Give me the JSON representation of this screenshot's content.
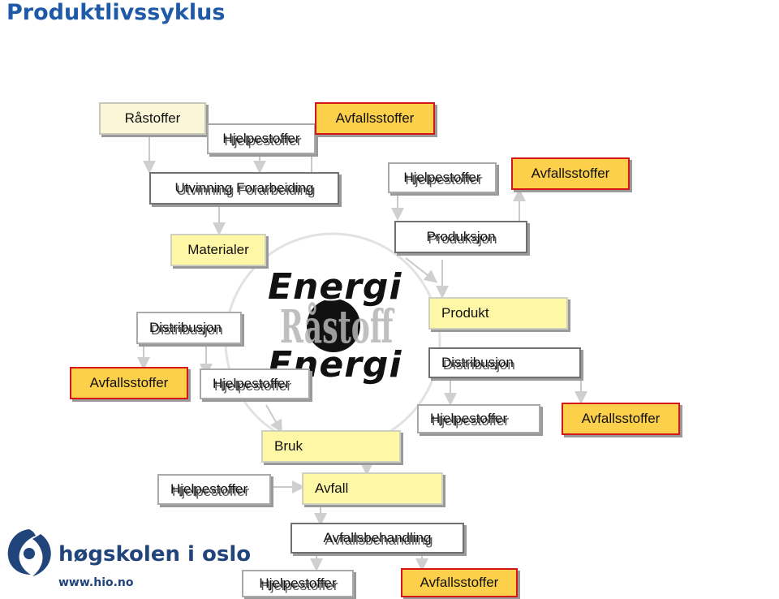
{
  "title": "Produktlivssyklus",
  "center": {
    "energi_top": "Energi",
    "ravare": "Råstoff",
    "energi_bottom": "Energi"
  },
  "boxes": {
    "rastoffer": "Råstoffer",
    "hjelp1": "Hjelpestoffer",
    "avfall1": "Avfallsstoffer",
    "utvinning": "Utvinning Forarbeiding",
    "hjelp2": "Hjelpestoffer",
    "avfall2": "Avfallsstoffer",
    "materialer": "Materialer",
    "produksjon": "Produksjon",
    "distribusjon_left": "Distribusjon",
    "produkt": "Produkt",
    "avfall_left": "Avfallsstoffer",
    "hjelp_left": "Hjelpestoffer",
    "distribusjon_right": "Distribusjon",
    "hjelp_right": "Hjelpestoffer",
    "avfall_right": "Avfallsstoffer",
    "bruk": "Bruk",
    "hjelp_bruk": "Hjelpestoffer",
    "avfall": "Avfall",
    "avfallsbehandling": "Avfallsbehandling",
    "hjelp_bottom": "Hjelpestoffer",
    "avfall_bottom": "Avfallsstoffer"
  },
  "logo": {
    "name": "høgskolen i oslo",
    "url": "www.hio.no"
  },
  "colors": {
    "title": "#1f5aa8",
    "waste_fill": "#fcd04a",
    "waste_border": "#d41616",
    "stage_fill": "#fdf7a6",
    "logo": "#21447a"
  }
}
